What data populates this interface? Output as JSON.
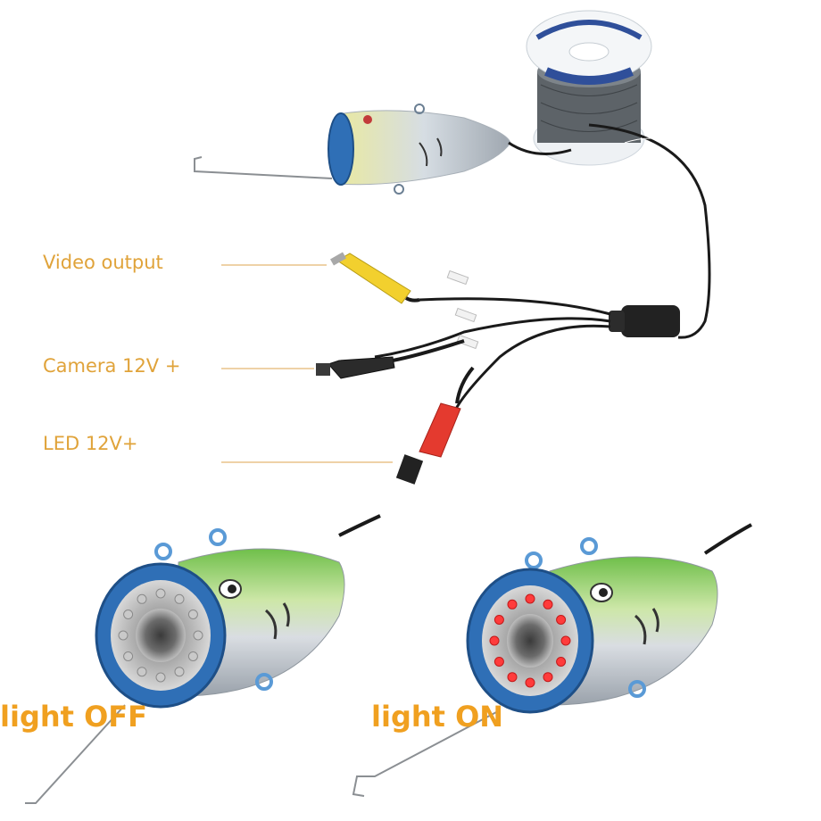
{
  "connections": [
    {
      "label": "Video output",
      "plug_color": "#f2d02e"
    },
    {
      "label": "Camera 12V +",
      "plug_color": "#2b2b2b"
    },
    {
      "label": "LED 12V+",
      "plug_color": "#e43a2f"
    }
  ],
  "states": {
    "off": {
      "label": "light OFF"
    },
    "on": {
      "label": "light ON",
      "led_color": "#ff3b3b"
    }
  },
  "colors": {
    "label_text": "#e0a33a",
    "state_text": "#f0a020",
    "camera_ring": "#2f6fb6",
    "cable": "#1a1a1a"
  }
}
